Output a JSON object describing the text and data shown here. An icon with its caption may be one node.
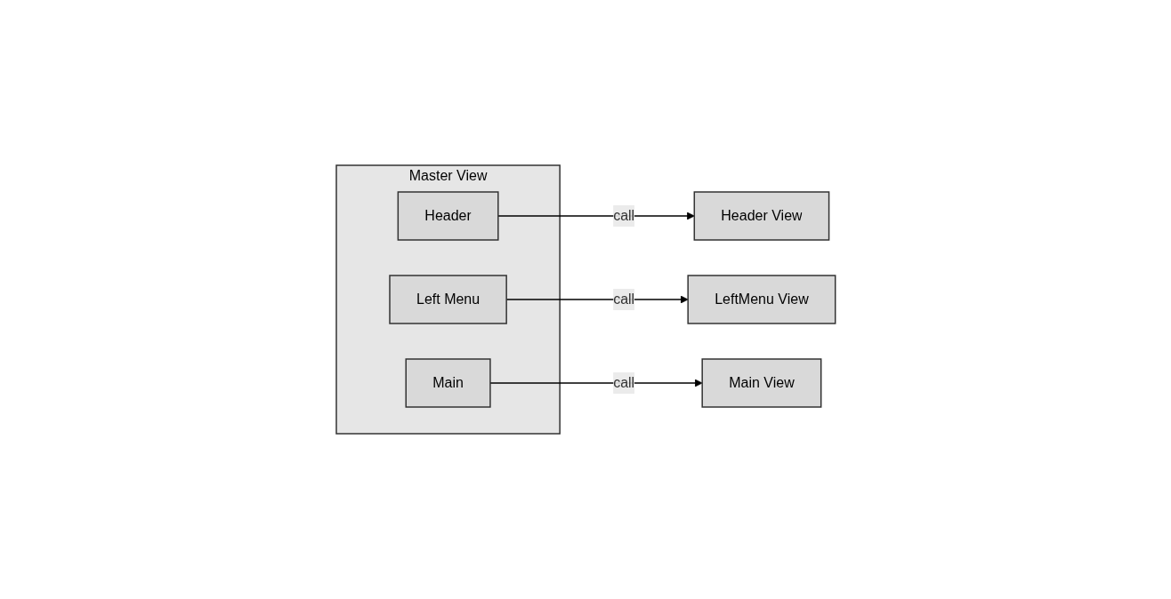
{
  "diagram": {
    "nodes": [
      {
        "text": [
          "Master View"
        ]
      },
      {
        "text": [
          "Header"
        ],
        "in": 0
      },
      {
        "text": [
          "Left Menu"
        ],
        "in": 0
      },
      {
        "text": [
          "Main"
        ],
        "in": 0
      },
      {
        "text": [
          "Header View"
        ]
      },
      {
        "text": [
          "Main View"
        ]
      },
      {
        "text": [
          "LeftMenu View"
        ]
      }
    ],
    "edges": [
      {
        "from": 1,
        "to": 4,
        "arrow": "to",
        "label": "call"
      },
      {
        "from": 3,
        "to": 5,
        "arrow": "to",
        "label": "call"
      },
      {
        "from": 2,
        "to": 6,
        "arrow": "to",
        "label": "call"
      }
    ]
  }
}
